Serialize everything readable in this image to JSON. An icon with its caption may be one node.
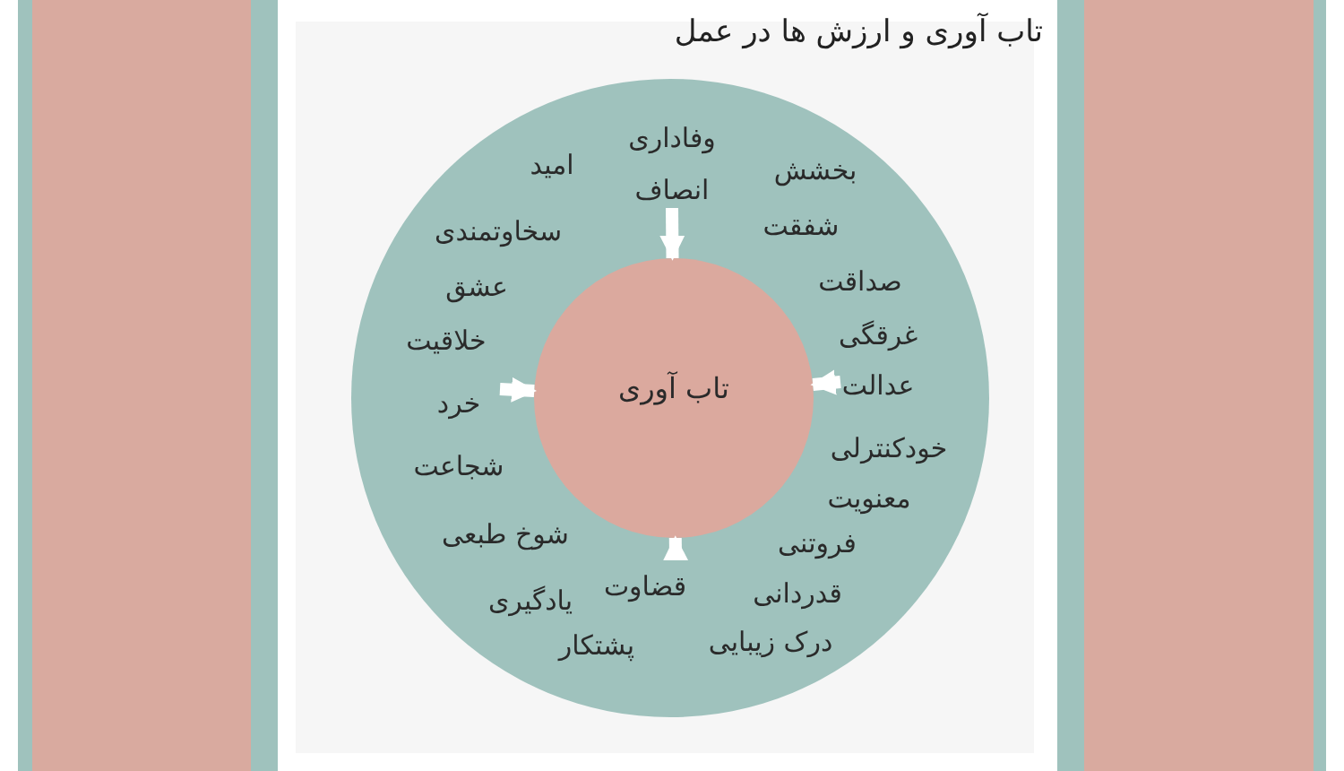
{
  "diagram": {
    "title": "تاب آوری و ارزش ها در عمل",
    "nodes": [
      {
        "text": [
          "وفاداری",
          "امید",
          "انصاف",
          "بخشش",
          "سخاوتمندی",
          "شفقت",
          "عشق",
          "صداقت",
          "خلاقیت",
          "غرقگی",
          "خرد",
          "عدالت",
          "شجاعت",
          "خودکنترلی",
          "معنویت",
          "شوخ طبعی",
          "فروتنی",
          "قدردانی",
          "قضاوت",
          "یادگیری",
          "درک زیبایی",
          "پشتکار"
        ]
      },
      {
        "text": [
          "تاب آوری"
        ],
        "in": 0
      }
    ],
    "edges": [
      {
        "from": null,
        "to": 1,
        "arrow": "to"
      },
      {
        "from": null,
        "to": 1,
        "arrow": "to"
      },
      {
        "from": null,
        "to": 1,
        "arrow": "to"
      },
      {
        "from": null,
        "to": 1,
        "arrow": "to"
      }
    ]
  }
}
